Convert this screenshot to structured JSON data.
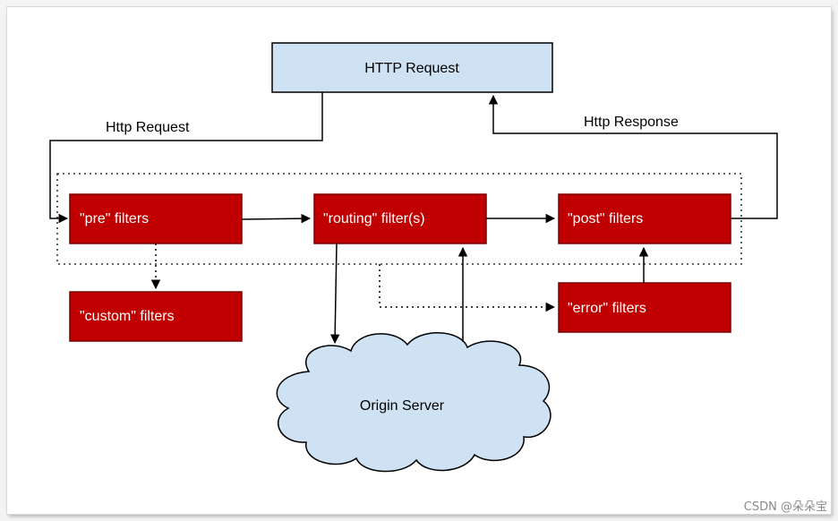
{
  "diagram": {
    "http_request_box": "HTTP Request",
    "http_request_edge": "Http Request",
    "http_response_edge": "Http Response",
    "pre_filters": "\"pre\" filters",
    "routing_filters": "\"routing\" filter(s)",
    "post_filters": "\"post\" filters",
    "custom_filters": "\"custom\" filters",
    "error_filters": "\"error\" filters",
    "origin_server": "Origin Server"
  },
  "colors": {
    "filter_box": "#c00000",
    "filter_border": "#7a0000",
    "request_box": "#cfe2f3",
    "cloud": "#cfe2f3",
    "line": "#000000"
  },
  "watermark": "CSDN @朵朵宝"
}
